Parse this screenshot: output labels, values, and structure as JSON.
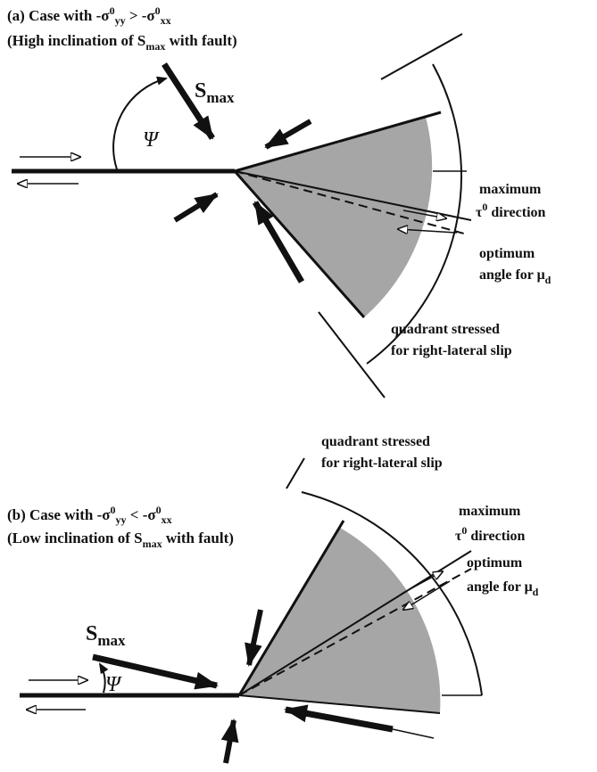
{
  "panel_a": {
    "title_prefix": "(a) Case with ",
    "title_sigma1": "-σ",
    "title_sup1": "0",
    "title_sub1": "yy",
    "title_op": " > ",
    "title_sigma2": "-σ",
    "title_sup2": "0",
    "title_sub2": "xx",
    "subtitle_prefix": "(High inclination of S",
    "subtitle_sub": "max",
    "subtitle_suffix": " with fault)",
    "smax_label": "S",
    "smax_sub": "max",
    "psi_label": "Ψ",
    "max_dir_line1": "maximum",
    "max_dir_tau": "τ",
    "max_dir_sup": "0",
    "max_dir_line2": " direction",
    "optimum_line1": "optimum",
    "optimum_line2": "angle for μ",
    "optimum_sub": "d",
    "quadrant_line1": "quadrant stressed",
    "quadrant_line2": "for right-lateral slip"
  },
  "panel_b": {
    "title_prefix": "(b) Case with ",
    "title_sigma1": "-σ",
    "title_sup1": "0",
    "title_sub1": "yy",
    "title_op": " < ",
    "title_sigma2": "-σ",
    "title_sup2": "0",
    "title_sub2": "xx",
    "subtitle_prefix": "(Low inclination of S",
    "subtitle_sub": "max",
    "subtitle_suffix": " with fault)",
    "smax_label": "S",
    "smax_sub": "max",
    "psi_label": "Ψ",
    "max_dir_line1": "maximum",
    "max_dir_tau": "τ",
    "max_dir_sup": "0",
    "max_dir_line2": " direction",
    "optimum_line1": "optimum",
    "optimum_line2": "angle for μ",
    "optimum_sub": "d",
    "quadrant_line1": "quadrant stressed",
    "quadrant_line2": "for right-lateral slip"
  },
  "colors": {
    "ink": "#111111",
    "sector_fill": "#a6a6a6"
  }
}
